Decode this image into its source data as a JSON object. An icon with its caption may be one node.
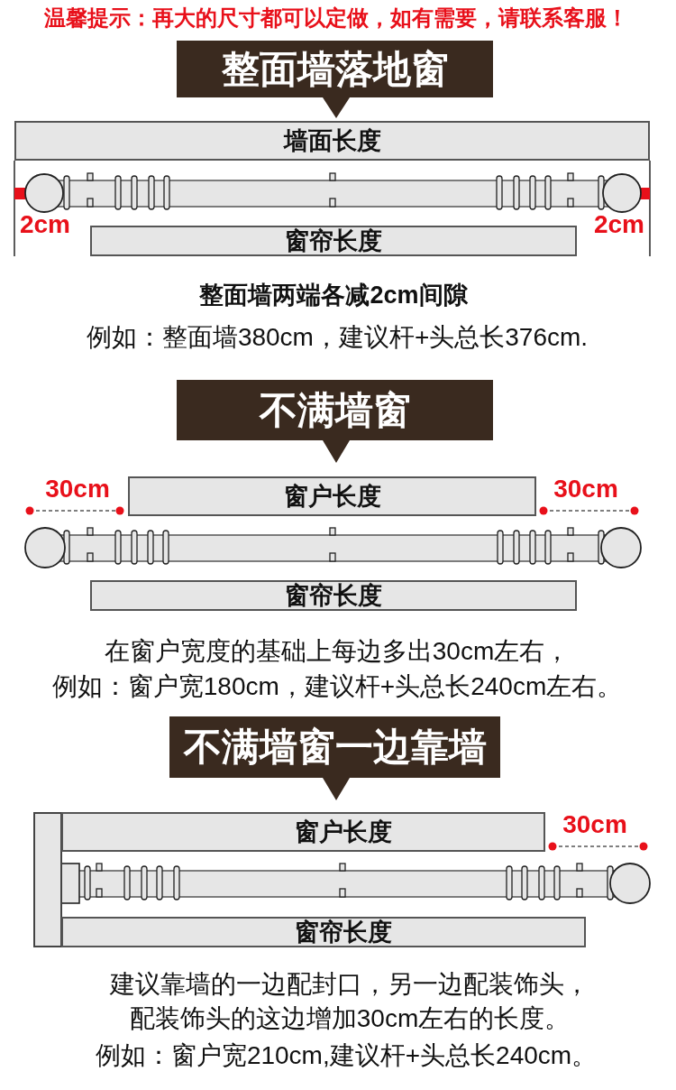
{
  "diagram": {
    "nodes": [
      {
        "text": [
          "整面墙落地窗"
        ]
      },
      {
        "text": [
          "墙面长度"
        ]
      },
      {
        "text": [
          "窗帘长度"
        ]
      },
      {
        "text": [
          "不满墙窗"
        ]
      },
      {
        "text": [
          "窗户长度"
        ]
      },
      {
        "text": [
          "窗帘长度"
        ]
      },
      {
        "text": [
          "不满墙窗一边靠墙"
        ]
      },
      {
        "text": [],
        "shape": "box"
      },
      {
        "text": [
          "窗户长度"
        ]
      },
      {
        "text": [
          "窗帘长度"
        ]
      }
    ],
    "labels": [
      "温馨提示：再大的尺寸都可以定做，如有需要，请联系客服！",
      "2cm",
      "2cm",
      "整面墙两端各减2cm间隙",
      "例如：整面墙380cm，建议杆+头总长376cm.",
      "30cm",
      "30cm",
      "在窗户宽度的基础上每边多出30cm左右，",
      "例如：窗户宽180cm，建议杆+头总长240cm左右。",
      "30cm",
      "建议靠墙的一边配封口，另一边配装饰头，配装饰头的这边增加30cm左右的长度。",
      "例如：窗户宽210cm,建议杆+头总长240cm。"
    ]
  }
}
